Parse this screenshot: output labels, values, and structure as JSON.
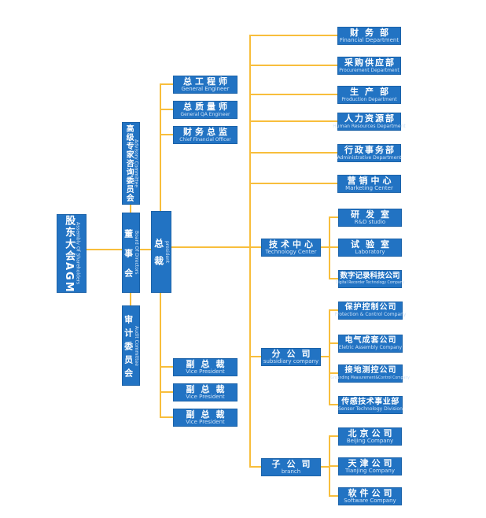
{
  "diagram_type": "organizational-chart",
  "colors": {
    "node_fill": "#2273C3",
    "node_border": "#1C63A9",
    "connector": "#F8BE3C",
    "label_primary": "#FFFFFF",
    "label_secondary": "#CFE2F6",
    "background": "#FFFFFF"
  },
  "nodes": {
    "agm": {
      "zh": "股东大会AGM",
      "en": "Assembly Of Shareholders"
    },
    "advisory": {
      "zh": "高级专家咨询委员会",
      "en": "Advisory Committee"
    },
    "board": {
      "zh": "董事会",
      "en": "Board Of Directors"
    },
    "audit": {
      "zh": "审计委员会",
      "en": "Audit Committee"
    },
    "president": {
      "zh": "总裁",
      "en": "president"
    },
    "chief_engineer": {
      "zh": "总工程师",
      "en": "General Engineer"
    },
    "chief_qa": {
      "zh": "总质量师",
      "en": "General QA Engineer"
    },
    "cfo": {
      "zh": "财务总监",
      "en": "Chief Financial Officer"
    },
    "vp1": {
      "zh": "副总裁",
      "en": "Vice President"
    },
    "vp2": {
      "zh": "副总裁",
      "en": "Vice President"
    },
    "vp3": {
      "zh": "副总裁",
      "en": "Vice President"
    },
    "finance": {
      "zh": "财务部",
      "en": "Financial Department"
    },
    "procurement": {
      "zh": "采购供应部",
      "en": "Procurement Department"
    },
    "production": {
      "zh": "生产部",
      "en": "Production Department"
    },
    "hr": {
      "zh": "人力资源部",
      "en": "Human Resources Department"
    },
    "admin": {
      "zh": "行政事务部",
      "en": "Administrative Department"
    },
    "marketing": {
      "zh": "营销中心",
      "en": "Marketing Center"
    },
    "tech_center": {
      "zh": "技术中心",
      "en": "Technology Center"
    },
    "rd_studio": {
      "zh": "研发室",
      "en": "R&D studio"
    },
    "laboratory": {
      "zh": "试验室",
      "en": "Laboratory"
    },
    "digital": {
      "zh": "数字记录科技公司",
      "en": "Digital Recorder Technology Company"
    },
    "subsidiary": {
      "zh": "分公司",
      "en": "subsidiary company"
    },
    "protection": {
      "zh": "保护控制公司",
      "en": "Protection & Control Company"
    },
    "electric": {
      "zh": "电气成套公司",
      "en": "Eletric Assembly Company"
    },
    "grounding": {
      "zh": "接地测控公司",
      "en": "Grounding Measurement&Control Company"
    },
    "sensor": {
      "zh": "传感技术事业部",
      "en": "Sensor Technology Division"
    },
    "branch": {
      "zh": "子公司",
      "en": "branch"
    },
    "beijing": {
      "zh": "北京公司",
      "en": "Beijing Company"
    },
    "tianjin": {
      "zh": "天津公司",
      "en": "Tianjing Company"
    },
    "software": {
      "zh": "软件公司",
      "en": "Software Company"
    }
  }
}
